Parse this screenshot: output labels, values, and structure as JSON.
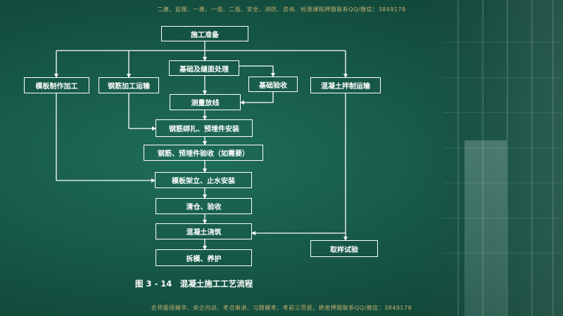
{
  "watermark": {
    "top": "二建、监理、一建、一造、二造、安全、消防、咨询、检测课程押题联系QQ/微信：3849178",
    "bottom": "名师面授精华、央企内训、考点串讲、习题模考、考前三页纸，绝密押题联系QQ/微信：3849178"
  },
  "flow": {
    "start": "施工准备",
    "base": "基础及缝面处理",
    "formwork_make": "模板制作加工",
    "rebar_process": "钢筋加工运输",
    "base_check": "基础验收",
    "concrete_mix": "混凝土拌制运输",
    "survey": "测量放线",
    "rebar_install": "钢筋绑扎、预埋件安装",
    "rebar_check": "钢筋、预埋件验收（如需要）",
    "formwork_install": "模板架立、止水安装",
    "clean_check": "清仓、验收",
    "pour": "混凝土浇筑",
    "sampling": "取样试验",
    "remove_cure": "拆模、养护"
  },
  "caption": "图 3 - 14　混凝土施工工艺流程",
  "colors": {
    "background": "#175a48",
    "line": "#ffffff",
    "watermark": "#c9b070"
  }
}
